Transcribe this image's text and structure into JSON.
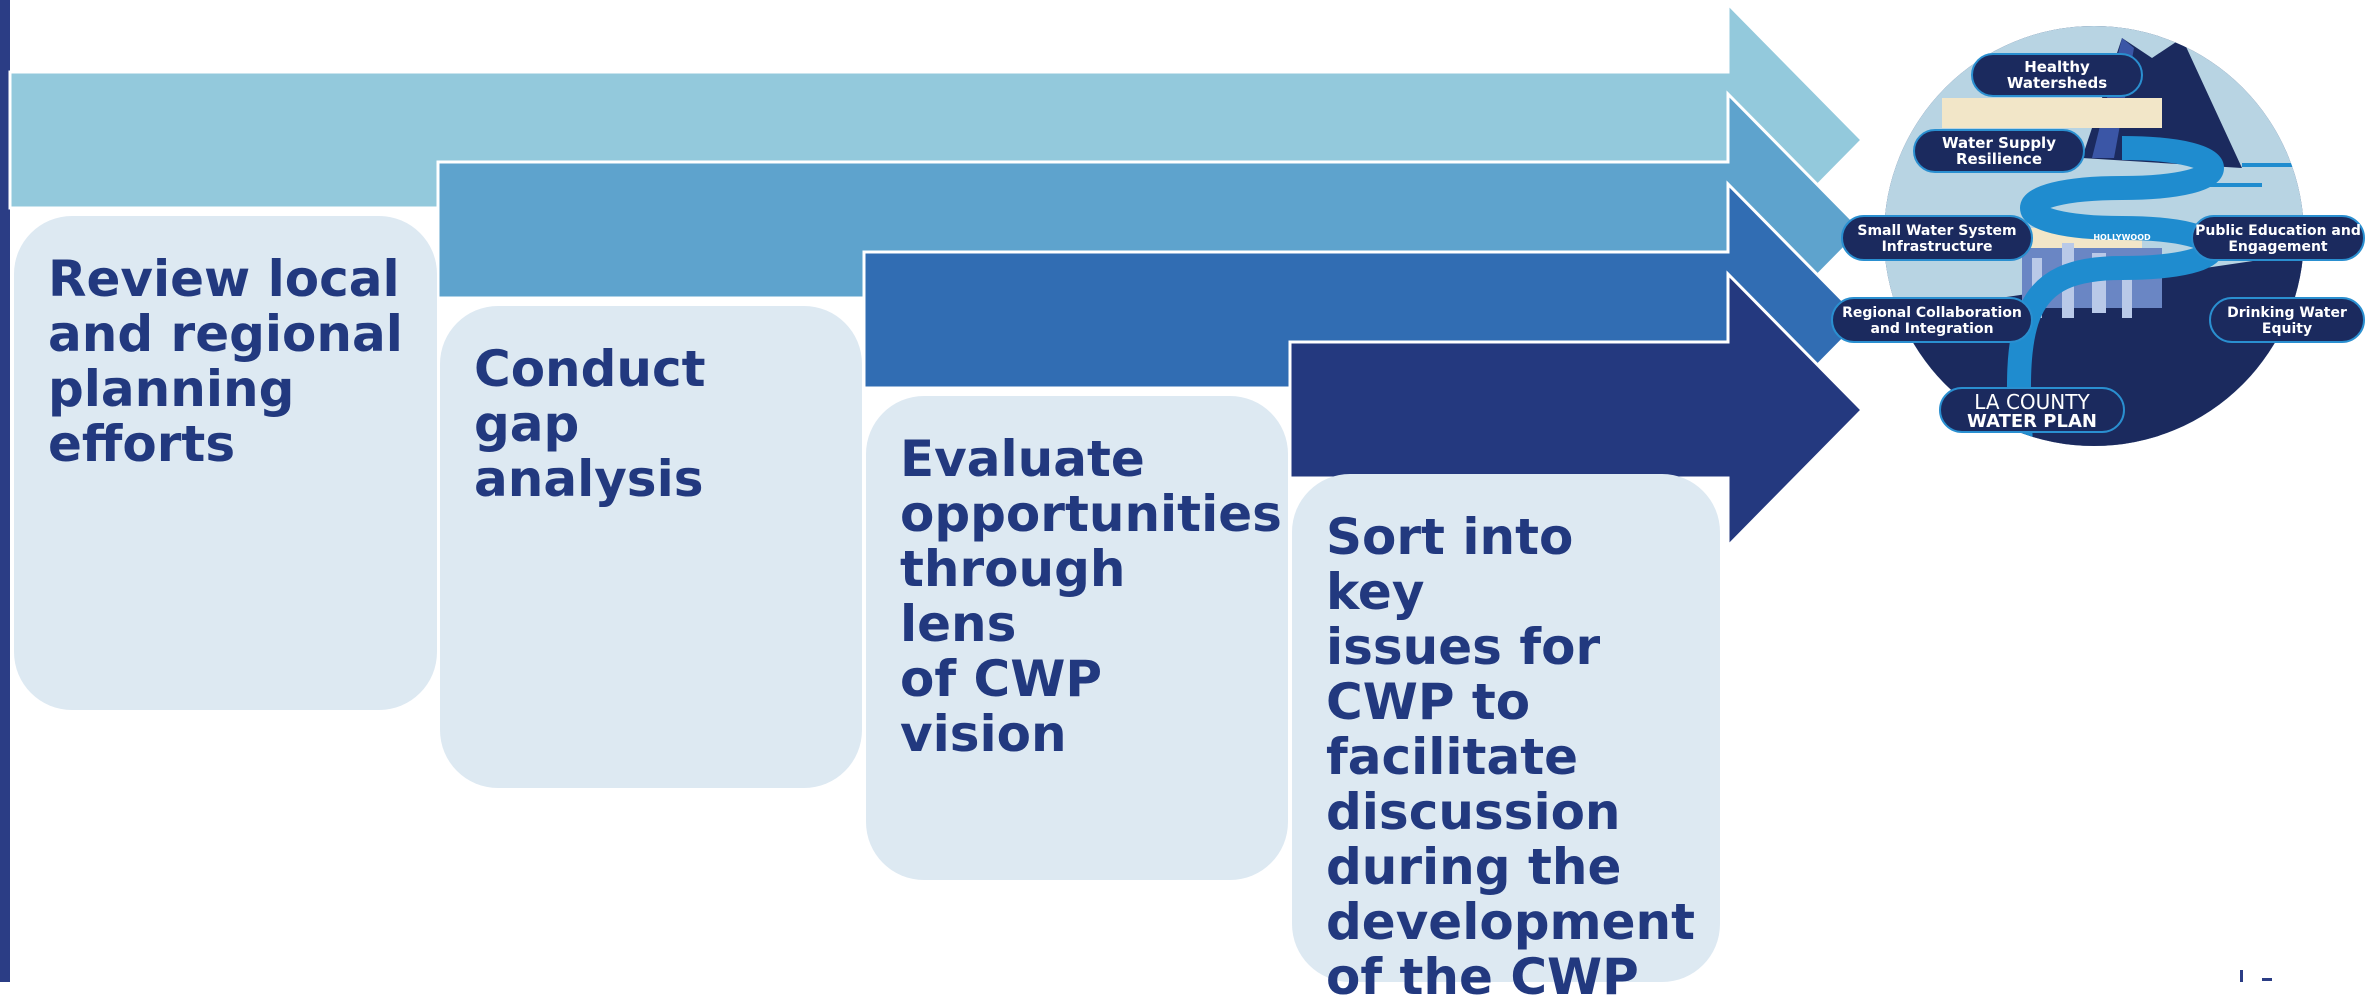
{
  "steps": [
    {
      "text": "Review local\nand regional\nplanning\nefforts"
    },
    {
      "text": "Conduct gap\nanalysis"
    },
    {
      "text": "Evaluate\nopportunities\nthrough lens\nof CWP vision"
    },
    {
      "text": "Sort into key\nissues for\nCWP to\nfacilitate\ndiscussion\nduring the\ndevelopment\nof the CWP"
    }
  ],
  "colors": {
    "arrow_1": "#93c9dc",
    "arrow_2": "#5ea3cd",
    "arrow_3": "#316db3",
    "arrow_4": "#24397f",
    "box_fill": "#dde9f2",
    "text": "#22397f"
  },
  "logo": {
    "icon": "la-county-water-plan-logo",
    "labels": {
      "healthy_watersheds": [
        "Healthy",
        "Watersheds"
      ],
      "water_supply": [
        "Water Supply",
        "Resilience"
      ],
      "small_water": [
        "Small Water System",
        "Infrastructure"
      ],
      "regional": [
        "Regional Collaboration",
        "and Integration"
      ],
      "public_education": [
        "Public Education and",
        "Engagement"
      ],
      "drinking_water": [
        "Drinking Water",
        "Equity"
      ],
      "hollywood": "HOLLYWOOD"
    },
    "name_top": "LA COUNTY",
    "name_bottom": "WATER PLAN"
  }
}
